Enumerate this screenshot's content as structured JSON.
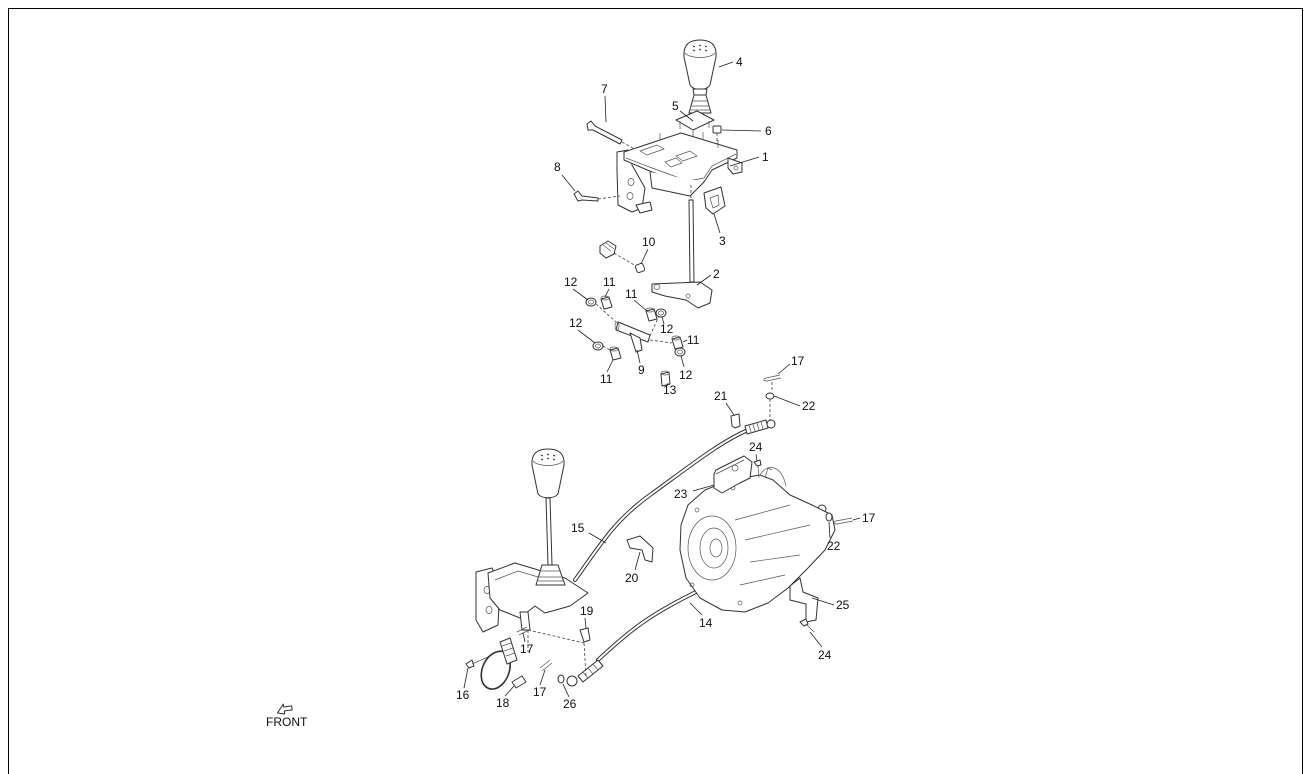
{
  "callouts": [
    "4",
    "5",
    "6",
    "7",
    "1",
    "8",
    "3",
    "10",
    "2",
    "12",
    "11",
    "11",
    "12",
    "12",
    "11",
    "11",
    "9",
    "12",
    "13",
    "17",
    "21",
    "22",
    "24",
    "23",
    "17",
    "15",
    "22",
    "20",
    "25",
    "14",
    "19",
    "17",
    "24",
    "16",
    "18",
    "17",
    "26"
  ],
  "orientation_label": "FRONT",
  "colors": {
    "line": "#333333",
    "background": "#ffffff",
    "frame": "#000000"
  },
  "icons": {
    "orientation": "front-arrow-icon"
  }
}
